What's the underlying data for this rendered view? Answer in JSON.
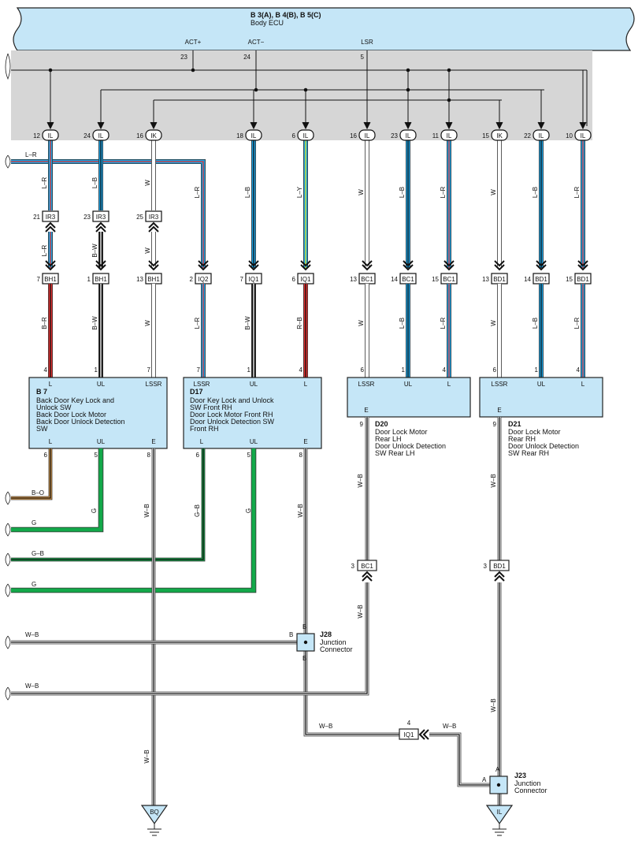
{
  "header": {
    "title": "B 3(A), B 4(B), B 5(C)",
    "subtitle": "Body ECU"
  },
  "ecu_pins": [
    {
      "name": "ACT+",
      "pin": "23"
    },
    {
      "name": "ACT−",
      "pin": "24"
    },
    {
      "name": "LSR",
      "pin": "5"
    }
  ],
  "top_connectors": [
    {
      "pin": "12",
      "code": "IL"
    },
    {
      "pin": "24",
      "code": "IL"
    },
    {
      "pin": "16",
      "code": "IK"
    },
    {
      "pin": "18",
      "code": "IL"
    },
    {
      "pin": "6",
      "code": "IL"
    },
    {
      "pin": "16",
      "code": "IL"
    },
    {
      "pin": "23",
      "code": "IL"
    },
    {
      "pin": "11",
      "code": "IL"
    },
    {
      "pin": "15",
      "code": "IK"
    },
    {
      "pin": "22",
      "code": "IL"
    },
    {
      "pin": "10",
      "code": "IL"
    }
  ],
  "upper_wires": [
    {
      "label": "L–R",
      "color": "#1ba1e2",
      "stripe": "#e03030"
    },
    {
      "label": "L–B",
      "color": "#1ba1e2",
      "stripe": "#111111"
    },
    {
      "label": "W",
      "color": "#ffffff",
      "stripe": ""
    },
    {
      "label": "L–R",
      "color": "#1ba1e2",
      "stripe": "#e03030"
    },
    {
      "label": "L–B",
      "color": "#1ba1e2",
      "stripe": "#111111"
    },
    {
      "label": "L–Y",
      "color": "#1ba1e2",
      "stripe": "#e8e81a"
    },
    {
      "label": "W",
      "color": "#ffffff",
      "stripe": ""
    },
    {
      "label": "L–B",
      "color": "#1ba1e2",
      "stripe": "#111111"
    },
    {
      "label": "L–R",
      "color": "#1ba1e2",
      "stripe": "#e03030"
    },
    {
      "label": "W",
      "color": "#ffffff",
      "stripe": ""
    },
    {
      "label": "L–B",
      "color": "#1ba1e2",
      "stripe": "#111111"
    },
    {
      "label": "L–R",
      "color": "#1ba1e2",
      "stripe": "#e03030"
    }
  ],
  "left_feed": {
    "label": "L–R"
  },
  "ir3_connectors": [
    {
      "pin": "21",
      "code": "IR3"
    },
    {
      "pin": "23",
      "code": "IR3"
    },
    {
      "pin": "25",
      "code": "IR3"
    }
  ],
  "ir3_wires": [
    {
      "label": "L–R"
    },
    {
      "label": "B–W"
    },
    {
      "label": "W"
    }
  ],
  "mid_connectors": [
    {
      "pin": "7",
      "code": "BH1"
    },
    {
      "pin": "1",
      "code": "BH1"
    },
    {
      "pin": "13",
      "code": "BH1"
    },
    {
      "pin": "2",
      "code": "IQ2"
    },
    {
      "pin": "7",
      "code": "IQ1"
    },
    {
      "pin": "6",
      "code": "IQ1"
    },
    {
      "pin": "13",
      "code": "BC1"
    },
    {
      "pin": "14",
      "code": "BC1"
    },
    {
      "pin": "15",
      "code": "BC1"
    },
    {
      "pin": "13",
      "code": "BD1"
    },
    {
      "pin": "14",
      "code": "BD1"
    },
    {
      "pin": "15",
      "code": "BD1"
    }
  ],
  "lower_wires": [
    {
      "label": "B–R",
      "color": "#e03030",
      "stripe": "#111111",
      "pin": "4"
    },
    {
      "label": "B–W",
      "color": "#111111",
      "stripe": "#ffffff",
      "pin": "1"
    },
    {
      "label": "W",
      "color": "#ffffff",
      "stripe": "",
      "pin": "7"
    },
    {
      "label": "L–R",
      "color": "#1ba1e2",
      "stripe": "#e03030",
      "pin": "7"
    },
    {
      "label": "B–W",
      "color": "#111111",
      "stripe": "#ffffff",
      "pin": "1"
    },
    {
      "label": "R–B",
      "color": "#e03030",
      "stripe": "#111111",
      "pin": "4"
    },
    {
      "label": "W",
      "color": "#ffffff",
      "stripe": "",
      "pin": "6"
    },
    {
      "label": "L–B",
      "color": "#1ba1e2",
      "stripe": "#111111",
      "pin": "1"
    },
    {
      "label": "L–R",
      "color": "#1ba1e2",
      "stripe": "#e03030",
      "pin": "4"
    },
    {
      "label": "W",
      "color": "#ffffff",
      "stripe": "",
      "pin": "6"
    },
    {
      "label": "L–B",
      "color": "#1ba1e2",
      "stripe": "#111111",
      "pin": "1"
    },
    {
      "label": "L–R",
      "color": "#1ba1e2",
      "stripe": "#e03030",
      "pin": "4"
    }
  ],
  "components": {
    "b7": {
      "id": "B 7",
      "lines": [
        "Back Door Key Lock and",
        "Unlock SW",
        "Back Door Lock Motor",
        "Back Door Unlock Detection",
        "SW"
      ],
      "top_pins": [
        "L",
        "UL",
        "LSSR"
      ],
      "bottom_pins": [
        "L",
        "UL",
        "E"
      ],
      "bottom_nums": [
        "6",
        "5",
        "8"
      ]
    },
    "d17": {
      "id": "D17",
      "lines": [
        "Door Key Lock and Unlock",
        "SW Front RH",
        "Door Lock Motor Front RH",
        "Door Unlock Detection SW",
        "Front RH"
      ],
      "top_pins": [
        "LSSR",
        "UL",
        "L"
      ],
      "bottom_pins": [
        "L",
        "UL",
        "E"
      ],
      "bottom_nums": [
        "6",
        "5",
        "8"
      ]
    },
    "d20": {
      "id": "D20",
      "lines": [
        "Door Lock Motor",
        "Rear LH",
        "Door Unlock Detection",
        "SW Rear LH"
      ],
      "top_pins": [
        "LSSR",
        "UL",
        "L"
      ],
      "bottom_pin": "E",
      "bottom_num": "9"
    },
    "d21": {
      "id": "D21",
      "lines": [
        "Door Lock Motor",
        "Rear RH",
        "Door Unlock Detection",
        "SW Rear RH"
      ],
      "top_pins": [
        "LSSR",
        "UL",
        "L"
      ],
      "bottom_pin": "E",
      "bottom_num": "9"
    }
  },
  "bottom_wires": {
    "b7_l": "B–O",
    "b7_ul": "G",
    "b7_e": "W–B",
    "d17_l": "G–B",
    "d17_ul": "G",
    "d17_e": "W–B",
    "d20_e": "W–B",
    "d21_e": "W–B",
    "left_bo": "B–O",
    "left_g1": "G",
    "left_gb": "G–B",
    "left_g2": "G",
    "left_wb1": "W–B",
    "left_wb2": "W–B",
    "bc1_to_j28": "W–B",
    "j28_to_iq1": "W–B",
    "iq1_to_j23": "W–B",
    "b7_ground": "W–B"
  },
  "lower_connectors": {
    "bc1": {
      "pin": "3",
      "code": "BC1"
    },
    "bd1": {
      "pin": "3",
      "code": "BD1"
    },
    "iq1": {
      "pin": "4",
      "code": "IQ1"
    }
  },
  "junctions": {
    "j28": {
      "id": "J28",
      "lines": [
        "Junction",
        "Connector"
      ],
      "pin": "B"
    },
    "j23": {
      "id": "J23",
      "lines": [
        "Junction",
        "Connector"
      ],
      "pin": "A"
    }
  },
  "grounds": [
    {
      "label": "BQ"
    },
    {
      "label": "IL"
    }
  ],
  "colors": {
    "ecu_fill": "#c5e6f7",
    "shade": "#d6d6d6",
    "component_fill": "#c5e6f7",
    "blue": "#1ba1e2",
    "red": "#e03030",
    "green": "#13a94a",
    "orange": "#e9a24a",
    "yellow": "#e8e81a"
  }
}
